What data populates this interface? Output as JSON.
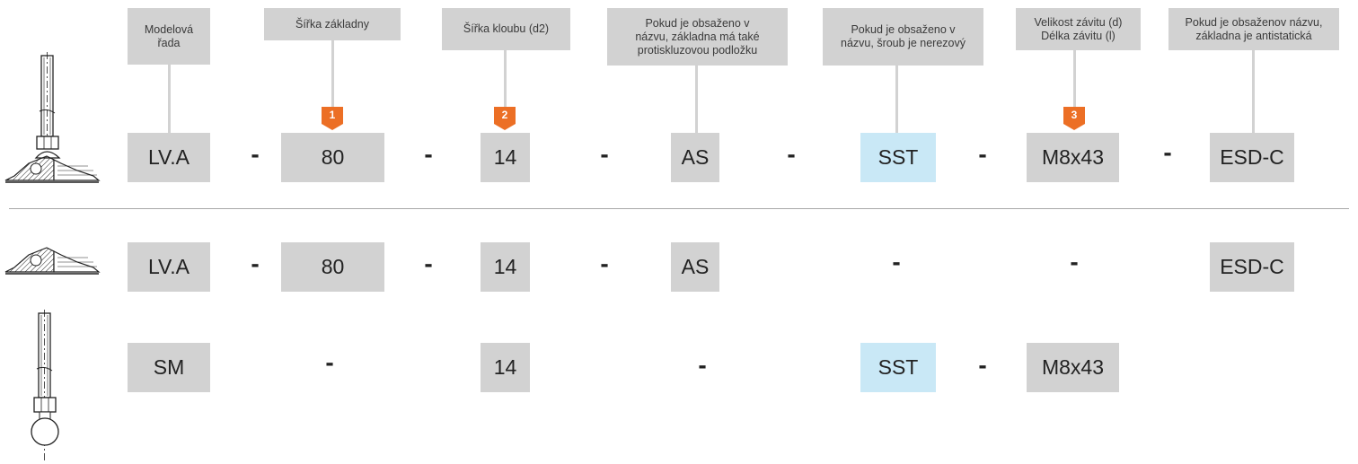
{
  "labels": {
    "model_series": "Modelová\nřada",
    "base_width": "Šířka základny",
    "joint_width": "Šířka kloubu (d2)",
    "as_note": "Pokud je obsaženo v\nnázvu, základna má také\nprotiskluzovou podložku",
    "sst_note": "Pokud je obsaženo v\nnázvu, šroub je nerezový",
    "thread_note": "Velikost závitu (d)\nDélka závitu (l)",
    "esd_note": "Pokud je obsaženov názvu,\nzákladna je antistatická"
  },
  "markers": [
    "1",
    "2",
    "3"
  ],
  "separator": "-",
  "rows": [
    {
      "series": "LV.A",
      "base": "80",
      "joint": "14",
      "as": "AS",
      "sst": "SST",
      "thread": "M8x43",
      "esd": "ESD-C"
    },
    {
      "series": "LV.A",
      "base": "80",
      "joint": "14",
      "as": "AS",
      "esd": "ESD-C"
    },
    {
      "series": "SM",
      "joint": "14",
      "sst": "SST",
      "thread": "M8x43"
    }
  ],
  "colors": {
    "box": "#d2d2d2",
    "highlight": "#c9e8f6",
    "marker": "#ec6f25"
  },
  "icons": [
    "leveling-foot-icon",
    "base-only-icon",
    "screw-ball-icon"
  ]
}
